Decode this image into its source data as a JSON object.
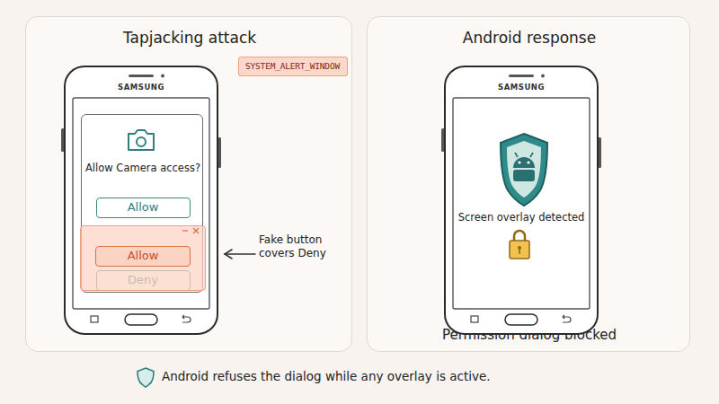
{
  "diagram": {
    "caption": "Android refuses the dialog while any overlay is active.",
    "nodes": [
      {
        "text": [
          "Tapjacking attack"
        ]
      },
      {
        "text": [
          "SYSTEM_ALERT_WINDOW"
        ],
        "in": 0
      },
      {
        "text": [
          "SAMSUNG"
        ],
        "in": 0
      },
      {
        "text": [
          "Allow Camera access?"
        ],
        "in": 2
      },
      {
        "text": [
          "Allow"
        ],
        "in": 3
      },
      {
        "text": [
          "Deny"
        ],
        "in": 3
      },
      {
        "text": [
          "Allow"
        ],
        "in": 2
      },
      {
        "text": [
          "Android response",
          "Permission dialog blocked"
        ]
      },
      {
        "text": [
          "SAMSUNG",
          "Screen overlay detected"
        ],
        "in": 7
      }
    ],
    "labels": [
      "Fake button covers Deny"
    ]
  }
}
